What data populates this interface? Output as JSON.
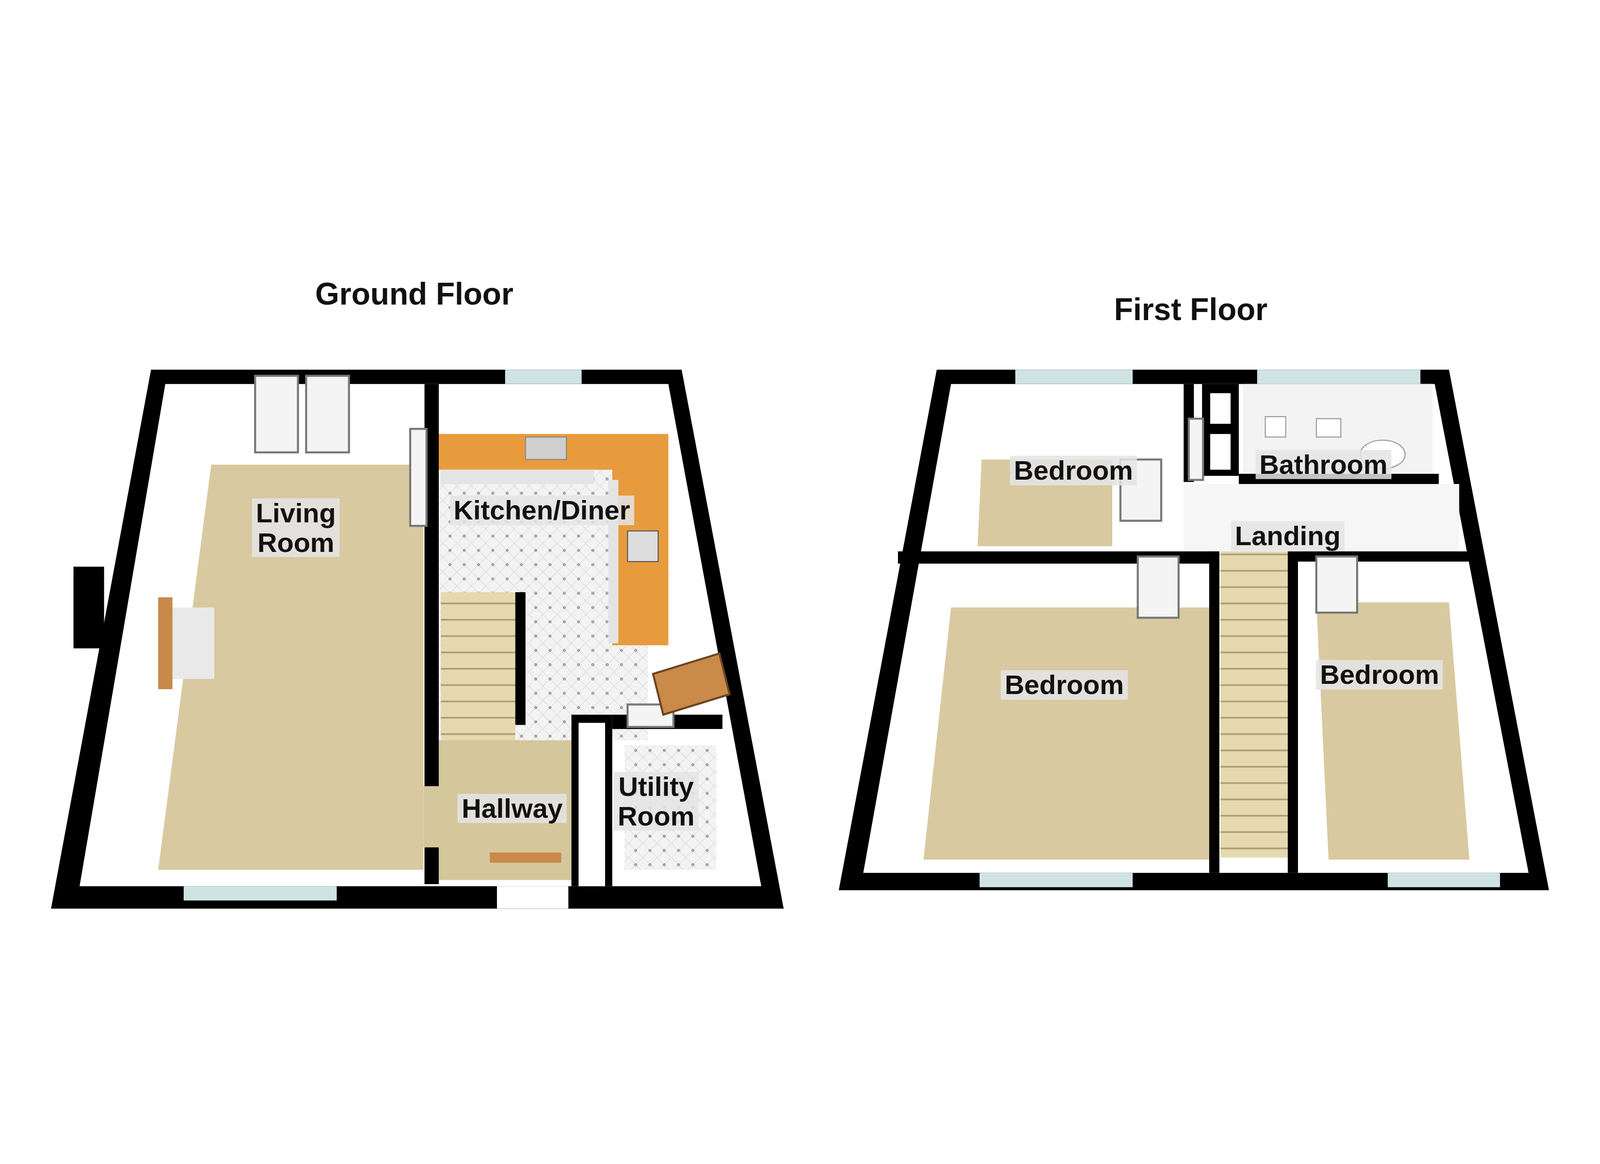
{
  "diagram": {
    "nodes": [
      {
        "text": [
          "Ground Floor"
        ]
      },
      {
        "text": [
          "Living Room"
        ],
        "in": 0
      },
      {
        "text": [
          "Kitchen/Diner"
        ],
        "in": 0
      },
      {
        "text": [
          "Hallway"
        ],
        "in": 0
      },
      {
        "text": [
          "Utility Room"
        ],
        "in": 0
      },
      {
        "text": [
          "First Floor"
        ]
      },
      {
        "text": [
          "Bedroom"
        ],
        "in": 5
      },
      {
        "text": [
          "Bathroom"
        ],
        "in": 5
      },
      {
        "text": [
          "Landing"
        ],
        "in": 5
      },
      {
        "text": [
          "Bedroom"
        ],
        "in": 5
      },
      {
        "text": [
          "Bedroom"
        ],
        "in": 5
      }
    ]
  }
}
